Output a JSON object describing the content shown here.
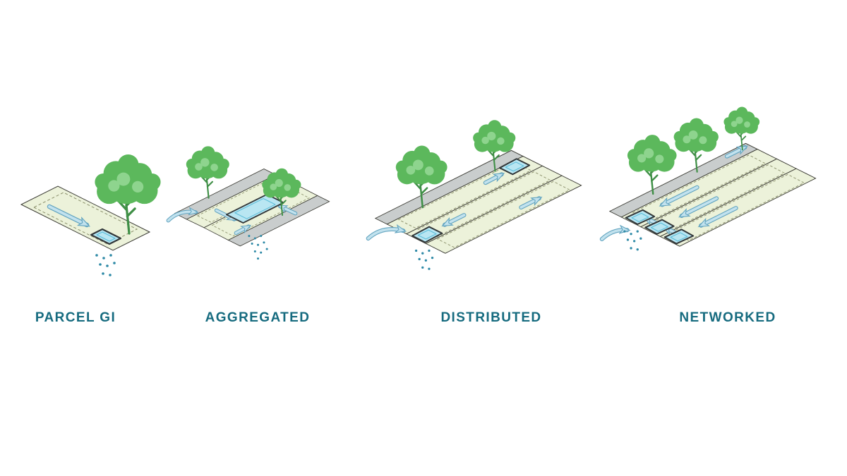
{
  "diagram": {
    "name": "green-infrastructure-configurations",
    "panels": [
      {
        "id": "parcel-gi",
        "label": "PARCEL GI",
        "basin_count": 1,
        "tree_count": 1,
        "droplet_cluster": true
      },
      {
        "id": "aggregated",
        "label": "AGGREGATED",
        "basin_count": 1,
        "tree_count": 2,
        "droplet_cluster": true
      },
      {
        "id": "distributed",
        "label": "DISTRIBUTED",
        "basin_count": 2,
        "tree_count": 2,
        "droplet_cluster": true
      },
      {
        "id": "networked",
        "label": "NETWORKED",
        "basin_count": 3,
        "tree_count": 3,
        "droplet_cluster": true
      }
    ],
    "icons": [
      "tree-icon",
      "infiltration-basin",
      "flow-arrow",
      "rain-droplets",
      "street-segment",
      "parcel-area"
    ],
    "colors": {
      "background": "#ffffff",
      "label_text": "#166b7f",
      "tree_green": "#5cb85c",
      "tree_green_light": "#8ed48e",
      "trunk_green": "#3f8f46",
      "parcel_fill": "#ecf2da",
      "parcel_stroke": "#3a3a33",
      "dashed_stroke": "#8a8f6a",
      "street_fill": "#c9cdcd",
      "water_fill": "#b9e6f2",
      "water_line": "#5bbcd8",
      "basin_stroke": "#33383a",
      "arrow_fill": "#c2e2ee",
      "arrow_stroke": "#64a5c0",
      "droplet": "#2d89a6"
    }
  }
}
